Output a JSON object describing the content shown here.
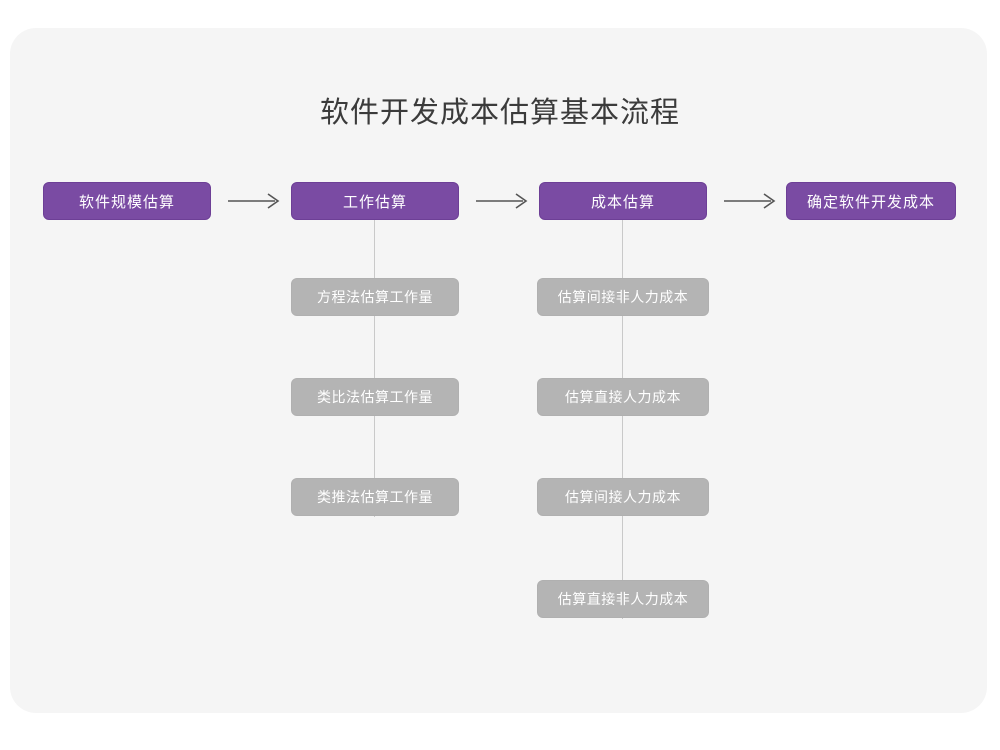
{
  "page": {
    "title": "软件开发成本估算基本流程",
    "background": "#ffffff",
    "card_background": "#f5f5f5",
    "primary_color": "#7a4ba3",
    "secondary_color": "#b4b4b4",
    "connector_color": "#c9c9c9",
    "arrow_color": "#555555",
    "title_color": "#3b3b3b"
  },
  "flow": {
    "stages": [
      {
        "label": "软件规模估算",
        "substeps": []
      },
      {
        "label": "工作估算",
        "substeps": [
          "方程法估算工作量",
          "类比法估算工作量",
          "类推法估算工作量"
        ]
      },
      {
        "label": "成本估算",
        "substeps": [
          "估算间接非人力成本",
          "估算直接人力成本",
          "估算间接人力成本",
          "估算直接非人力成本"
        ]
      },
      {
        "label": "确定软件开发成本",
        "substeps": []
      }
    ],
    "arrows": [
      {
        "name": "arrow-1"
      },
      {
        "name": "arrow-2"
      },
      {
        "name": "arrow-3"
      }
    ]
  }
}
